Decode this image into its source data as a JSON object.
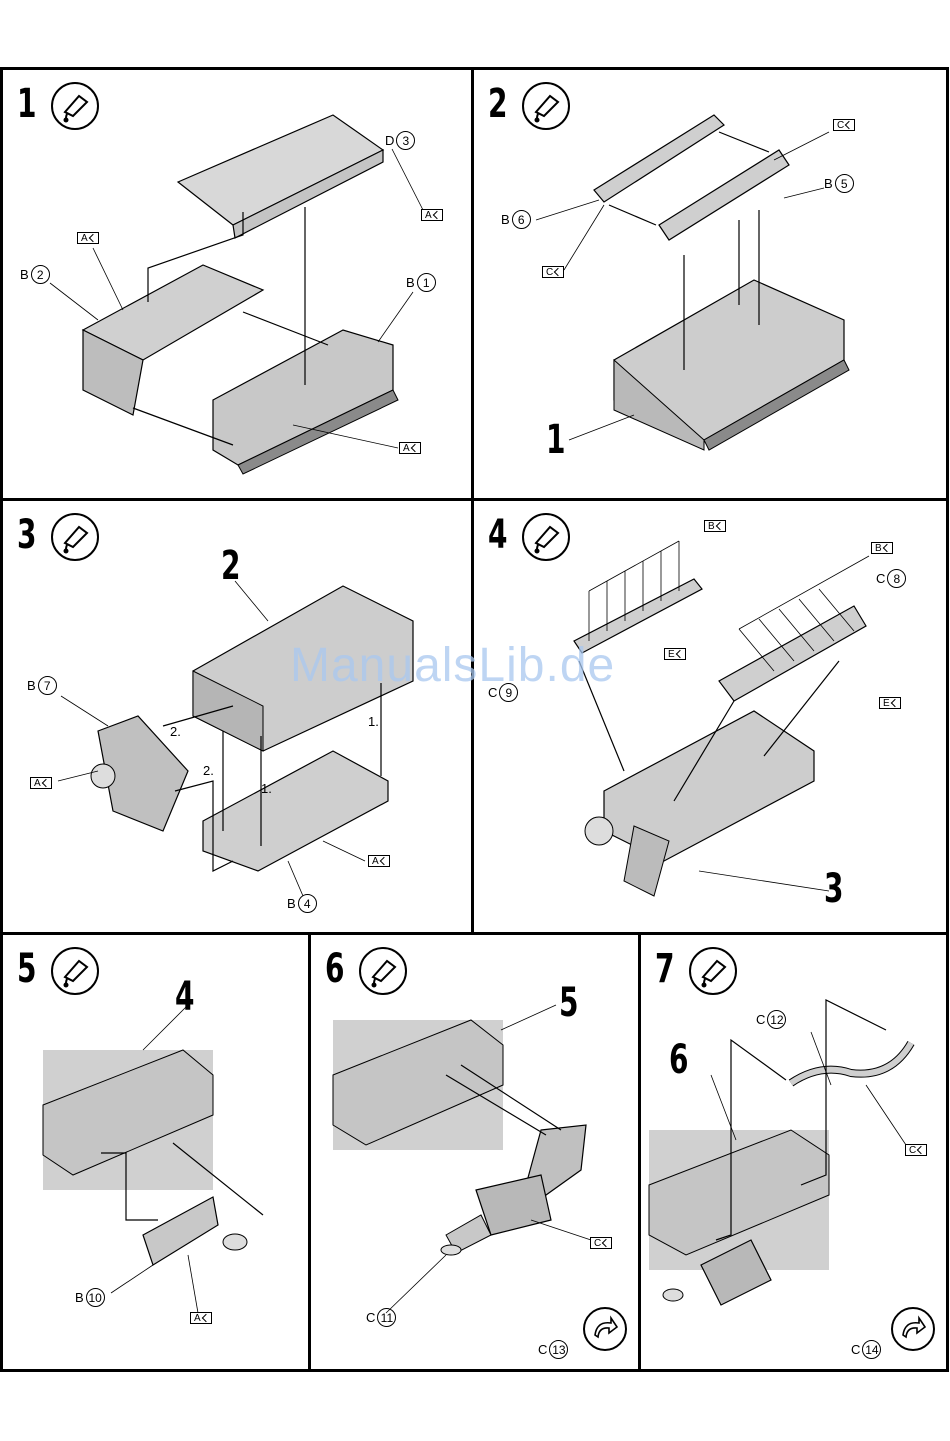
{
  "watermark": "ManualsLib.de",
  "steps": [
    {
      "number": "1",
      "labels": {
        "d3_prefix": "D",
        "d3": "3",
        "b2_prefix": "B",
        "b2": "2",
        "b1_prefix": "B",
        "b1": "1",
        "tag1": "A",
        "tag2": "A",
        "tag3": "A"
      }
    },
    {
      "number": "2",
      "labels": {
        "b5_prefix": "B",
        "b5": "5",
        "b6_prefix": "B",
        "b6": "6",
        "tag1": "C",
        "tag2": "C",
        "ref": "1"
      }
    },
    {
      "number": "3",
      "labels": {
        "ref": "2",
        "b7_prefix": "B",
        "b7": "7",
        "b4_prefix": "B",
        "b4": "4",
        "tag1": "A",
        "tag2": "A",
        "order1a": "1.",
        "order1b": "1.",
        "order2a": "2.",
        "order2b": "2."
      }
    },
    {
      "number": "4",
      "labels": {
        "tag_b1": "B",
        "tag_b2": "B",
        "tag_e1": "E",
        "tag_e2": "E",
        "c8_prefix": "C",
        "c8": "8",
        "c9_prefix": "C",
        "c9": "9",
        "ref": "3"
      }
    },
    {
      "number": "5",
      "labels": {
        "ref": "4",
        "b10_prefix": "B",
        "b10": "10",
        "tag": "A"
      }
    },
    {
      "number": "6",
      "labels": {
        "ref": "5",
        "c11_prefix": "C",
        "c11": "11",
        "c13_prefix": "C",
        "c13": "13",
        "tag": "C"
      }
    },
    {
      "number": "7",
      "labels": {
        "ref": "6",
        "c12_prefix": "C",
        "c12": "12",
        "c14_prefix": "C",
        "c14": "14",
        "tag": "C"
      }
    }
  ]
}
